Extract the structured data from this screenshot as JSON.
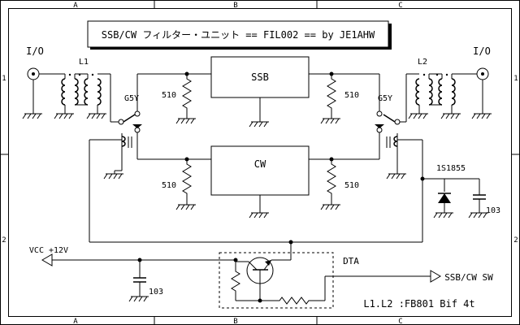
{
  "title": "SSB/CW フィルター・ユニット == FIL002 == by JE1AHW",
  "border_columns": [
    "A",
    "B",
    "C"
  ],
  "border_rows": [
    "1",
    "2"
  ],
  "ports": {
    "left": "I/O",
    "right": "I/O"
  },
  "transformers": {
    "left": "L1",
    "right": "L2"
  },
  "relays": {
    "left": "G5Y",
    "right": "G5Y"
  },
  "blocks": {
    "top": "SSB",
    "bottom": "CW"
  },
  "resistors": [
    "510",
    "510",
    "510",
    "510"
  ],
  "diode": "1S1855",
  "capacitors": {
    "right": "103",
    "left": "103"
  },
  "supply": "VCC +12V",
  "transistor": "DTA",
  "switch_output": "SSB/CW SW",
  "note": "L1.L2 :FB801 Bif 4t"
}
